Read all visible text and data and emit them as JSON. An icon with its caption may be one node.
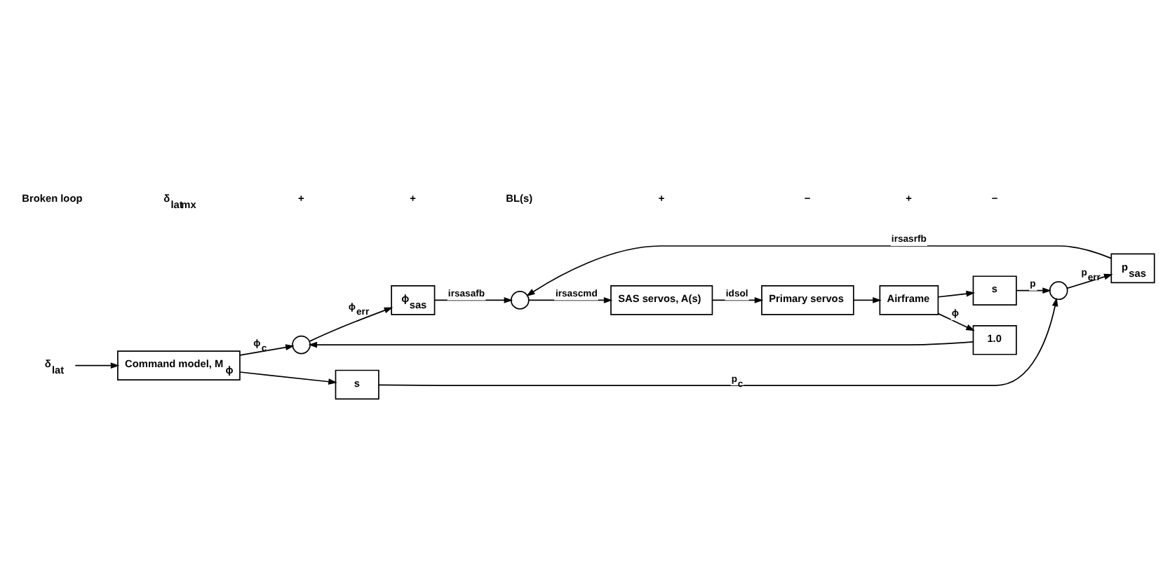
{
  "diagram": {
    "nodes": [
      {
        "text": [
          "δ$_{lat}$"
        ]
      },
      {
        "text": [
          "Command model, M$_{ϕ}$"
        ]
      },
      {
        "text": [
          "SAS servos, A(s)"
        ]
      },
      {
        "text": [
          "Primary servos"
        ]
      },
      {
        "text": [
          "Airframe"
        ]
      },
      {
        "text": [],
        "shape": "circle"
      },
      {
        "text": [
          "ϕ$_{sas}$"
        ]
      },
      {
        "text": [
          "p$_{sas}$"
        ]
      },
      {
        "text": [],
        "shape": "circle"
      },
      {
        "text": [
          "1.0"
        ]
      },
      {
        "text": [],
        "shape": "circle"
      },
      {
        "text": [
          "s"
        ]
      },
      {
        "text": [
          "s"
        ]
      }
    ],
    "edges": [
      {
        "from": 0,
        "to": 1,
        "arrow": "to"
      },
      {
        "from": 1,
        "to": 8,
        "arrow": "to",
        "label": "ϕ$_{c}$"
      },
      {
        "from": 1,
        "to": 11,
        "arrow": "to"
      },
      {
        "from": 2,
        "to": 3,
        "arrow": "to",
        "label": "idsol"
      },
      {
        "from": 3,
        "to": 4,
        "arrow": "to"
      },
      {
        "from": 4,
        "to": 9,
        "arrow": "to",
        "label": "ϕ"
      },
      {
        "from": 4,
        "to": 12,
        "arrow": "to"
      },
      {
        "from": 5,
        "to": 2,
        "arrow": "to",
        "label": "irsascmd"
      },
      {
        "from": 6,
        "to": 5,
        "arrow": "to",
        "label": "irsasafb"
      },
      {
        "from": 7,
        "to": 5,
        "arrow": "to",
        "label": "irsasrfb"
      },
      {
        "from": 8,
        "to": 6,
        "arrow": "to",
        "label": "ϕ$_{err}$"
      },
      {
        "from": 9,
        "to": 8,
        "arrow": "to"
      },
      {
        "from": 11,
        "to": 10,
        "arrow": "to",
        "label": "p$_{c}$"
      },
      {
        "from": 12,
        "to": 10,
        "arrow": "to",
        "label": "p"
      },
      {
        "from": 10,
        "to": 7,
        "arrow": "to",
        "label": "p$_{err}$"
      }
    ],
    "labels": [
      "Broken loop",
      "δ$_{lat}$$_{mx}$",
      "+",
      "+",
      "BL(s)",
      "+",
      "−",
      "+",
      "−"
    ]
  }
}
